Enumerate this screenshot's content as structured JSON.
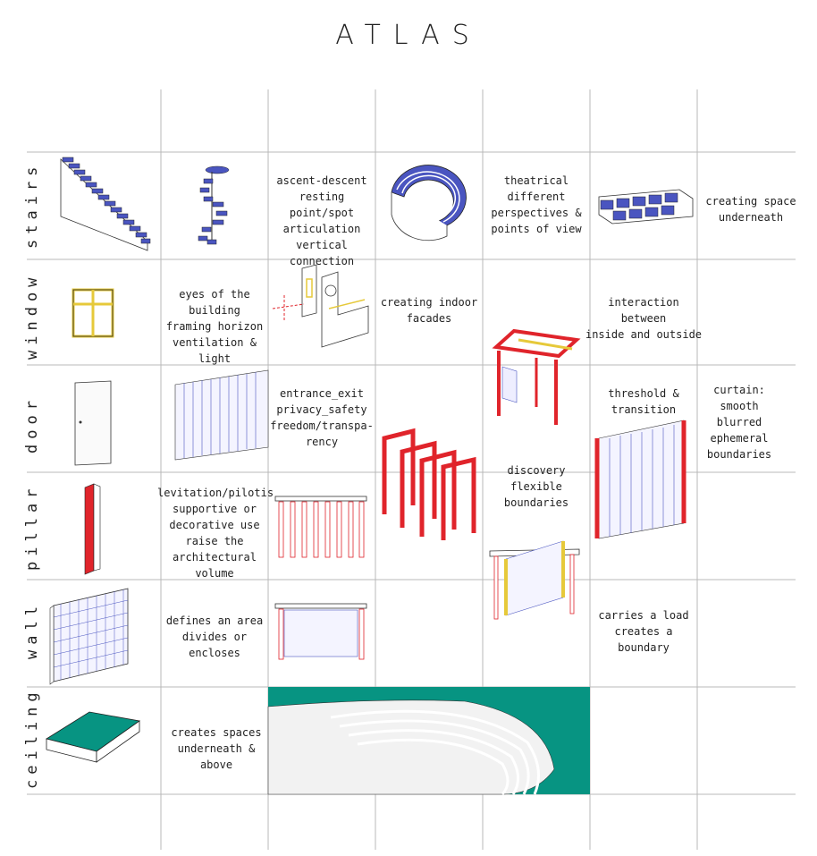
{
  "title": "ATLAS",
  "rows": [
    "stairs",
    "window",
    "door",
    "pillar",
    "wall",
    "ceiling"
  ],
  "notes": {
    "stairs_1": "ascent-descent\nresting point/spot\narticulation\nvertical connection",
    "stairs_2": "theatrical\ndifferent\nperspectives &\npoints of view",
    "stairs_3": "creating space\nunderneath",
    "window_1": "eyes of the building\nframing horizon\nventilation & light",
    "window_2": "creating indoor\nfacades",
    "window_3": "interaction between\ninside and outside",
    "door_1": "entrance_exit\nprivacy_safety\nfreedom/transpa-\nrency",
    "door_2": "threshold &\ntransition",
    "door_3": "curtain:\nsmooth\nblurred\nephemeral\nboundaries",
    "pillar_1": "levitation/pilotis\nsupportive or\ndecorative use\nraise the\narchitectural volume",
    "pillar_2": "discovery\nflexible boundaries",
    "wall_1": "defines an area\ndivides or encloses",
    "wall_2": "carries a load\ncreates a boundary",
    "ceiling_1": "creates spaces\nunderneath & above"
  },
  "colors": {
    "blue": "#4a55c0",
    "red": "#e0242b",
    "teal": "#079482",
    "yellow": "#e6c93a",
    "grid": "#b8b8b8"
  }
}
